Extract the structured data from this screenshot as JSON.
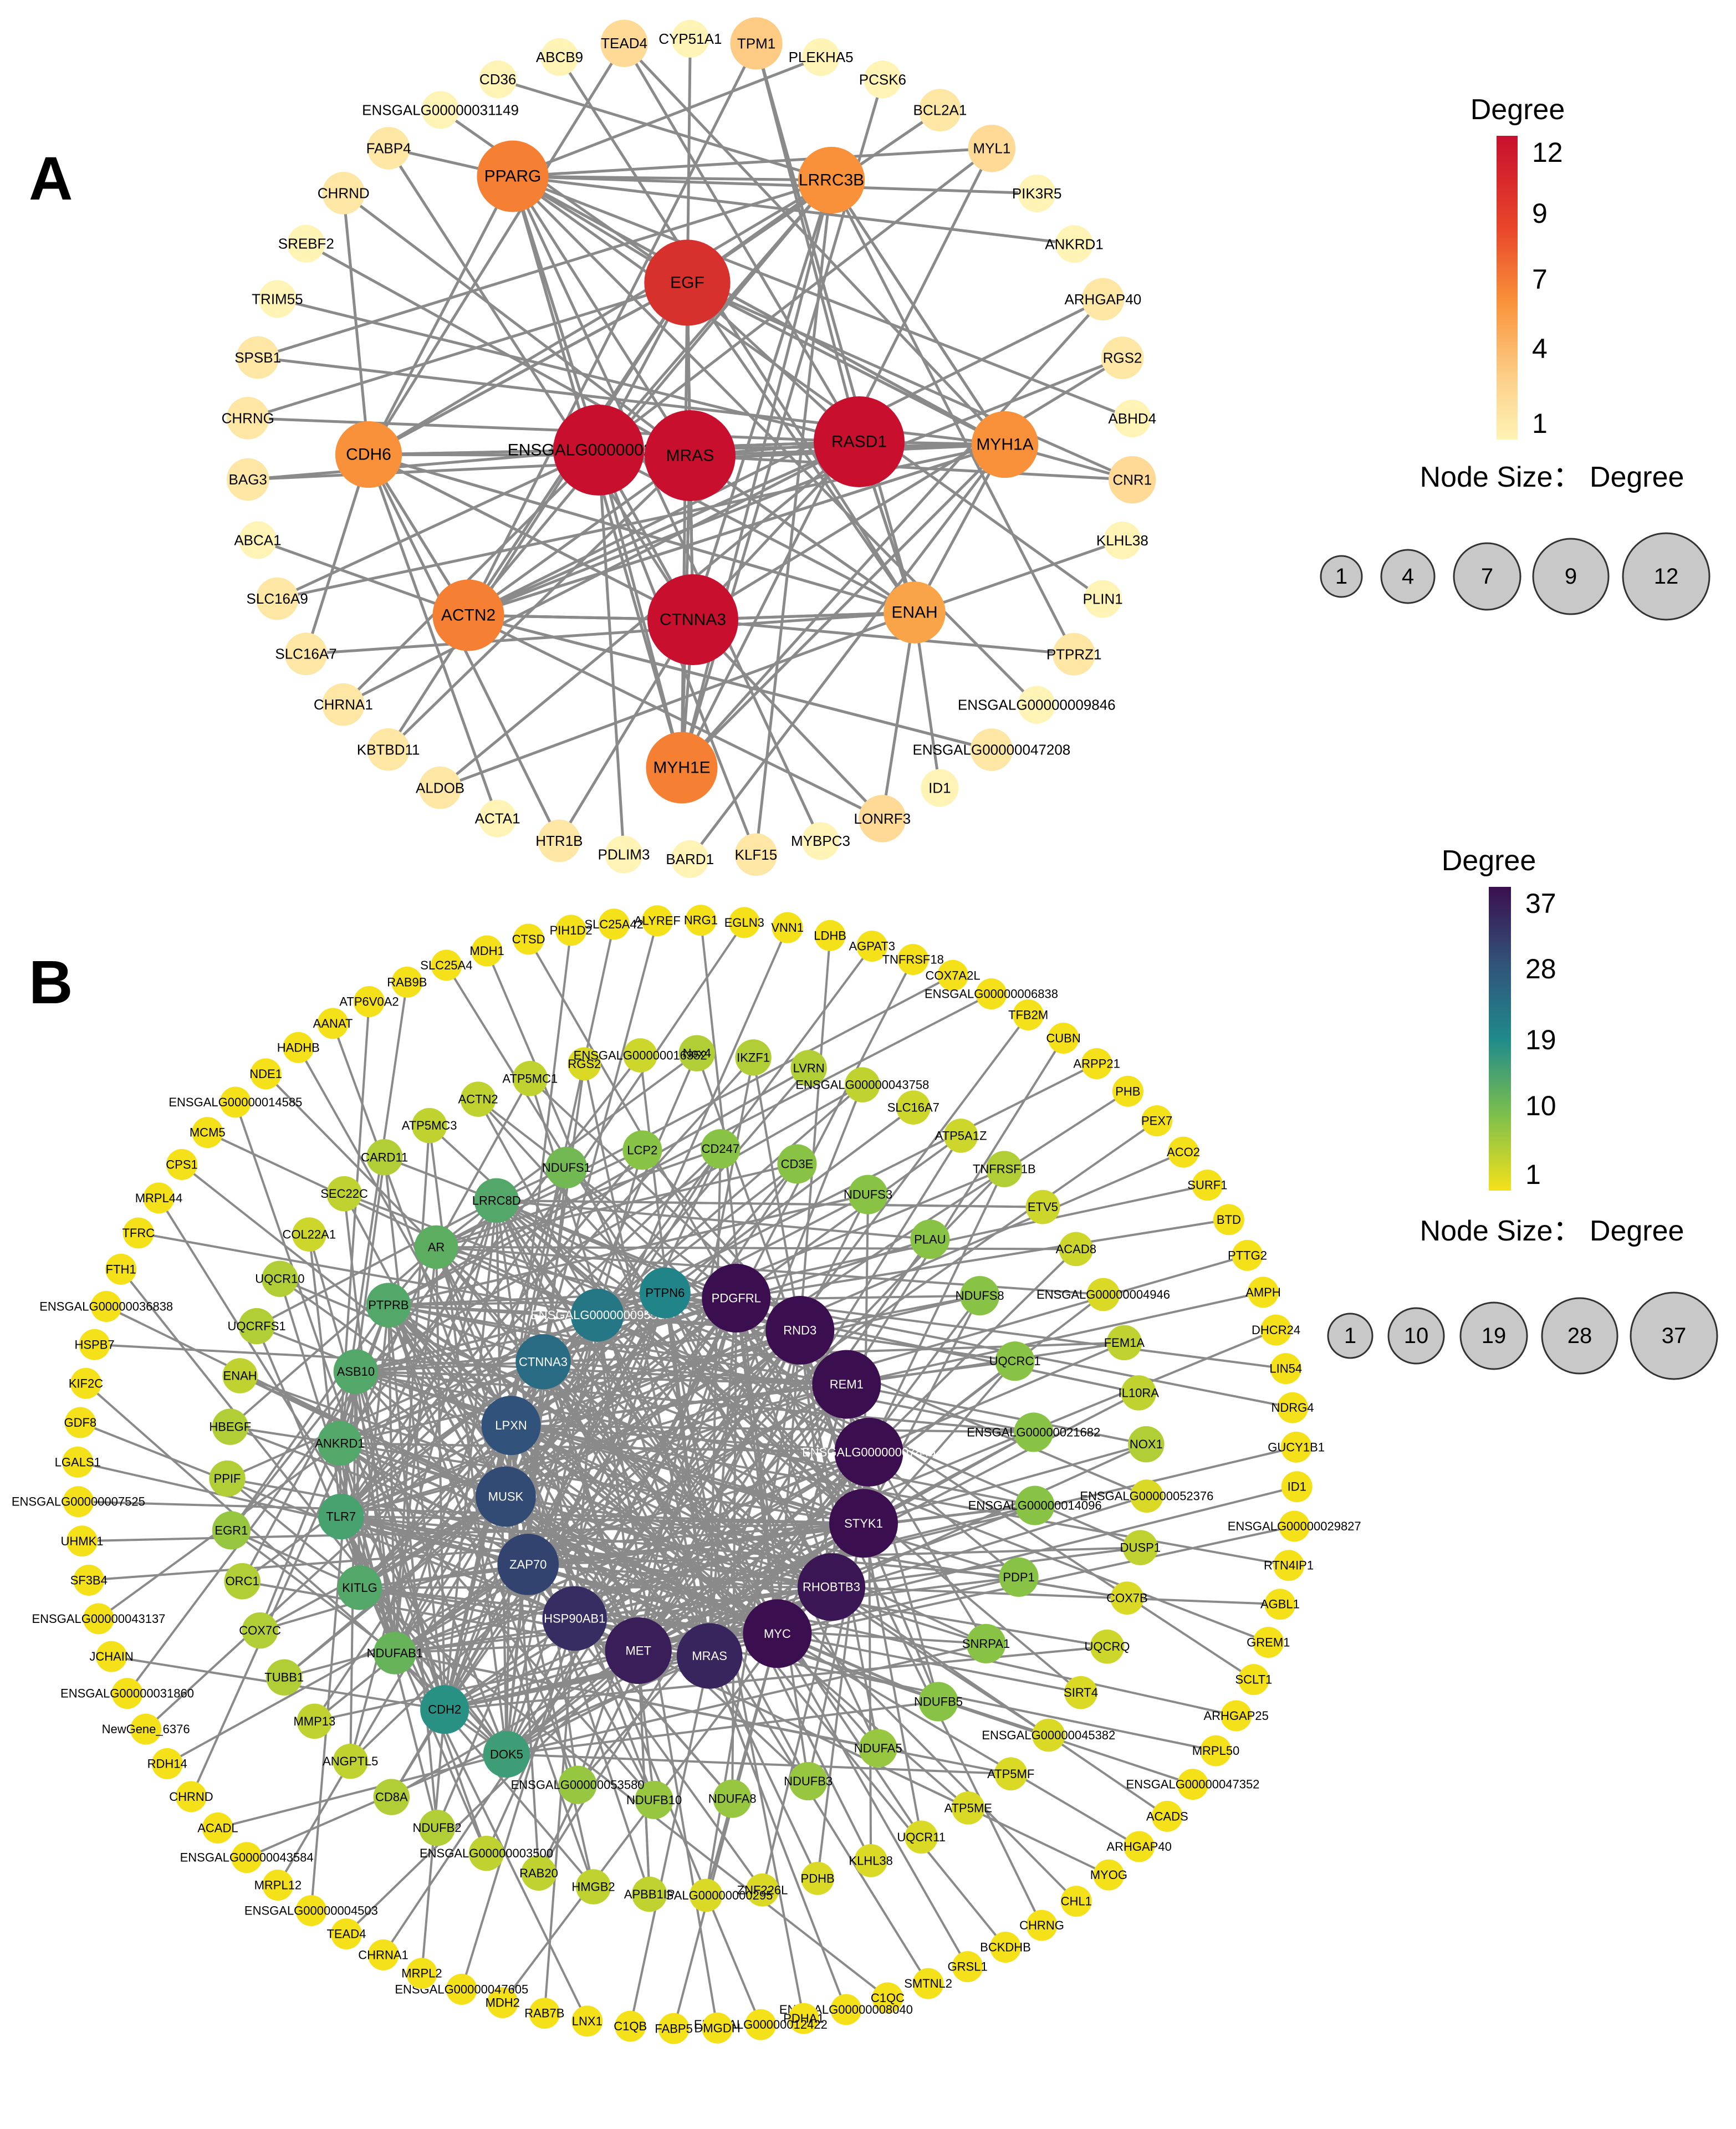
{
  "panels": [
    {
      "letter": "A",
      "legend": {
        "title": "Degree",
        "ticks": [
          "12",
          "9",
          "7",
          "4",
          "1"
        ],
        "gradient": [
          "#c8102e",
          "#f26a2b",
          "#f99a3c",
          "#fdd08a",
          "#fff3b5"
        ],
        "size_title": "Node Size： Degree",
        "size_values": [
          "1",
          "4",
          "7",
          "9",
          "12"
        ]
      },
      "inner_nodes": [
        "PPARG",
        "LRRC3B",
        "EGF",
        "CDH6",
        "ENSGALG00000027853",
        "MRAS",
        "RASD1",
        "MYH1A",
        "ACTN2",
        "CTNNA3",
        "ENAH",
        "MYH1E"
      ],
      "inner_degrees": [
        8,
        7,
        11,
        7,
        12,
        12,
        12,
        7,
        8,
        12,
        6,
        8
      ],
      "outer_nodes": [
        "TEAD4",
        "CYP51A1",
        "TPM1",
        "PLEKHA5",
        "PCSK6",
        "BCL2A1",
        "MYL1",
        "PIK3R5",
        "ANKRD1",
        "ARHGAP40",
        "RGS2",
        "ABHD4",
        "CNR1",
        "KLHL38",
        "PLIN1",
        "PTPRZ1",
        "ENSGALG00000009846",
        "ENSGALG00000047208",
        "ID1",
        "LONRF3",
        "MYBPC3",
        "KLF15",
        "BARD1",
        "PDLIM3",
        "HTR1B",
        "ACTA1",
        "ALDOB",
        "KBTBD11",
        "CHRNA1",
        "SLC16A7",
        "SLC16A9",
        "ABCA1",
        "BAG3",
        "CHRNG",
        "SPSB1",
        "TRIM55",
        "SREBF2",
        "CHRND",
        "FABP4",
        "ENSGALG00000031149",
        "CD36",
        "ABCB9"
      ],
      "outer_degrees": [
        3,
        1,
        4,
        1,
        1,
        2,
        3,
        1,
        1,
        2,
        2,
        1,
        3,
        1,
        1,
        2,
        1,
        2,
        1,
        3,
        1,
        2,
        1,
        1,
        2,
        1,
        2,
        2,
        2,
        2,
        2,
        1,
        2,
        2,
        2,
        1,
        1,
        2,
        2,
        1,
        1,
        1
      ]
    },
    {
      "letter": "B",
      "legend": {
        "title": "Degree",
        "ticks": [
          "37",
          "28",
          "19",
          "10",
          "1"
        ],
        "gradient": [
          "#3b0f4f",
          "#31527a",
          "#1f8a8b",
          "#7cbf4c",
          "#f5e11a"
        ],
        "size_title": "Node Size： Degree",
        "size_values": [
          "1",
          "10",
          "19",
          "28",
          "37"
        ]
      },
      "core_nodes": [
        "PDGFRL",
        "RND3",
        "REM1",
        "ENSGALG00000007846",
        "STYK1",
        "RHOBTB3",
        "MYC",
        "MRAS",
        "MET",
        "HSP90AB1",
        "ZAP70",
        "MUSK",
        "LPXN",
        "CTNNA3",
        "ENSGALG00000009553",
        "PTPN6"
      ],
      "core_degrees": [
        37,
        37,
        37,
        37,
        37,
        36,
        37,
        34,
        35,
        33,
        30,
        29,
        28,
        24,
        22,
        20
      ],
      "middle_nodes": [
        "Nox4",
        "IKZF1",
        "LVRN",
        "ENSGALG00000043758",
        "SLC16A7",
        "ATP5A1Z",
        "TNFRSF1B",
        "ETV5",
        "ACAD8",
        "ENSGALG00000004946",
        "FEM1A",
        "IL10RA",
        "NOX1",
        "ENSGALG00000052376",
        "DUSP1",
        "COX7B",
        "UQCRQ",
        "SIRT4",
        "ENSGALG00000045382",
        "ATP5MF",
        "ATP5ME",
        "UQCR11",
        "KLHL38",
        "PDHB",
        "ZNF226L",
        "ENSGALG00000000295",
        "APBB1IP",
        "HMGB2",
        "RAB20",
        "ENSGALG00000003500",
        "NDUFB2",
        "CD8A",
        "ANGPTL5",
        "MMP13",
        "TUBB1",
        "COX7C",
        "ORC1",
        "EGR1",
        "PPIF",
        "HBEGF",
        "ENAH",
        "UQCRFS1",
        "UQCR10",
        "COL22A1",
        "SEC22C",
        "CARD11",
        "ATP5MC3",
        "ACTN2",
        "ATP5MC1",
        "RGS2",
        "ENSGALG00000016352"
      ],
      "middle_degrees": [
        6,
        6,
        6,
        5,
        4,
        4,
        6,
        4,
        4,
        3,
        5,
        5,
        6,
        3,
        5,
        3,
        4,
        3,
        3,
        3,
        3,
        3,
        3,
        3,
        3,
        3,
        5,
        5,
        5,
        5,
        6,
        6,
        5,
        5,
        6,
        6,
        6,
        8,
        6,
        6,
        5,
        6,
        6,
        4,
        5,
        6,
        5,
        5,
        5,
        3,
        4
      ],
      "inner_nodes": [
        "LCP2",
        "CD247",
        "CD3E",
        "NDUFS3",
        "PLAU",
        "NDUFS8",
        "UQCRC1",
        "ENSGALG00000021682",
        "ENSGALG00000014096",
        "PDP1",
        "SNRPA1",
        "NDUFB5",
        "NDUFA5",
        "NDUFB3",
        "NDUFA8",
        "NDUFB10",
        "ENSGALG00000053580",
        "DOK5",
        "CDH2",
        "NDUFAB1",
        "KITLG",
        "TLR7",
        "ANKRD1",
        "ASB10",
        "PTPRB",
        "AR",
        "LRRC8D",
        "NDUFS1"
      ],
      "inner_degrees": [
        9,
        9,
        9,
        9,
        9,
        9,
        9,
        9,
        9,
        9,
        9,
        9,
        8,
        8,
        8,
        8,
        8,
        16,
        18,
        12,
        14,
        15,
        14,
        14,
        14,
        13,
        14,
        11
      ],
      "outer_nodes": [
        "ALYREF",
        "NRG1",
        "EGLN3",
        "VNN1",
        "LDHB",
        "AGPAT3",
        "TNFRSF18",
        "COX7A2L",
        "ENSGALG00000006838",
        "TFB2M",
        "CUBN",
        "ARPP21",
        "PHB",
        "PEX7",
        "ACO2",
        "SURF1",
        "BTD",
        "PTTG2",
        "AMPH",
        "DHCR24",
        "LIN54",
        "NDRG4",
        "GUCY1B1",
        "ID1",
        "ENSGALG00000029827",
        "RTN4IP1",
        "AGBL1",
        "GREM1",
        "SCLT1",
        "ARHGAP25",
        "MRPL50",
        "ENSGALG00000047352",
        "ACADS",
        "ARHGAP40",
        "MYOG",
        "CHL1",
        "CHRNG",
        "BCKDHB",
        "GRSL1",
        "SMTNL2",
        "C1QC",
        "ENSGALG00000008040",
        "PDHA1",
        "ENSGALG00000012422",
        "DMGDH",
        "FABP5",
        "C1QB",
        "LNX1",
        "RAB7B",
        "MDH2",
        "ENSGALG00000047605",
        "MRPL2",
        "CHRNA1",
        "TEAD4",
        "ENSGALG00000004503",
        "MRPL12",
        "ENSGALG00000043584",
        "ACADL",
        "CHRND",
        "RDH14",
        "NewGene_6376",
        "ENSGALG00000031860",
        "JCHAIN",
        "ENSGALG00000043137",
        "SF3B4",
        "UHMK1",
        "ENSGALG00000007525",
        "LGALS1",
        "GDF8",
        "KIF2C",
        "HSPB7",
        "ENSGALG00000036838",
        "FTH1",
        "TFRC",
        "MRPL44",
        "CPS1",
        "MCM5",
        "ENSGALG00000014585",
        "NDE1",
        "HADHB",
        "AANAT",
        "ATP6V0A2",
        "RAB9B",
        "SLC25A4",
        "MDH1",
        "CTSD",
        "PIH1D2",
        "SLC25A42"
      ]
    }
  ]
}
